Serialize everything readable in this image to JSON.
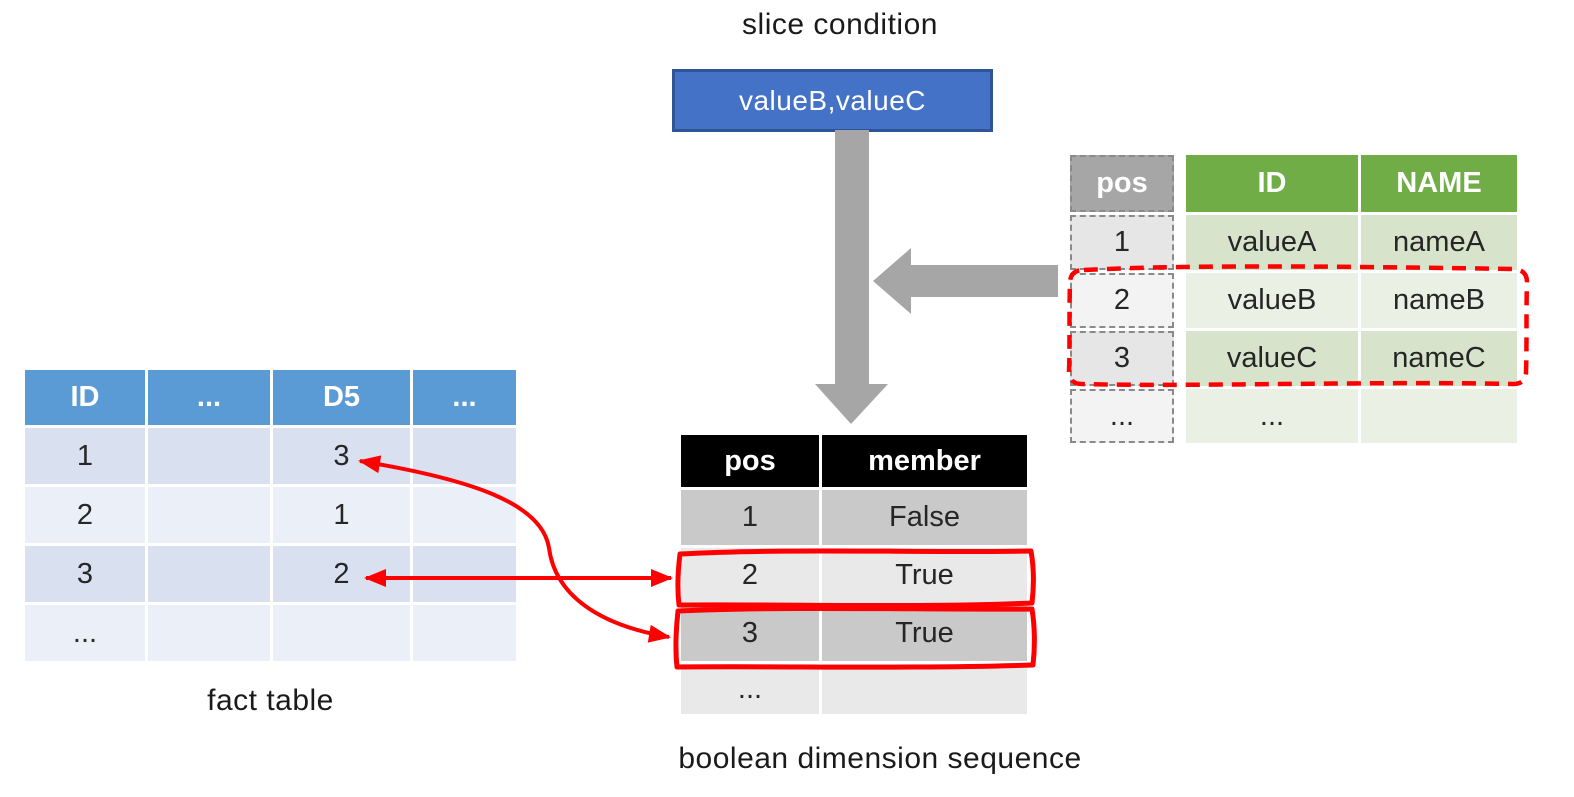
{
  "titles": {
    "slice_condition": "slice condition",
    "fact_table": "fact table",
    "boolean_sequence": "boolean dimension sequence"
  },
  "slice_box": {
    "text": "valueB,valueC"
  },
  "fact_table": {
    "headers": [
      "ID",
      "...",
      "D5",
      "..."
    ],
    "rows": [
      [
        "1",
        "",
        "3",
        ""
      ],
      [
        "2",
        "",
        "1",
        ""
      ],
      [
        "3",
        "",
        "2",
        ""
      ],
      [
        "...",
        "",
        "",
        ""
      ]
    ]
  },
  "boolean_table": {
    "headers": [
      "pos",
      "member"
    ],
    "rows": [
      [
        "1",
        "False"
      ],
      [
        "2",
        "True"
      ],
      [
        "3",
        "True"
      ],
      [
        "...",
        ""
      ]
    ]
  },
  "dimension_table": {
    "pos_header": "pos",
    "pos_cells": [
      "1",
      "2",
      "3",
      "..."
    ],
    "headers": [
      "ID",
      "NAME"
    ],
    "rows": [
      [
        "valueA",
        "nameA"
      ],
      [
        "valueB",
        "nameB"
      ],
      [
        "valueC",
        "nameC"
      ],
      [
        "...",
        ""
      ]
    ]
  },
  "colors": {
    "slice_box_fill": "#4472C6",
    "slice_box_border": "#2F5597",
    "fact_header": "#5B9BD5",
    "fact_row_dark": "#D9E1F1",
    "fact_row_light": "#EBEFF8",
    "dimension_header": "#70AD47",
    "dimension_row_dark": "#D7E4CB",
    "dimension_row_light": "#EAF1E4",
    "pos_header": "#A6A6A6",
    "pos_row_dark": "#E6E6E6",
    "pos_row_light": "#F3F3F3",
    "boolean_header": "#000000",
    "boolean_row_dark": "#C9C9C9",
    "boolean_row_light": "#E9E9E9",
    "arrow_gray": "#A6A6A6",
    "annotation_red": "#FF0000"
  }
}
